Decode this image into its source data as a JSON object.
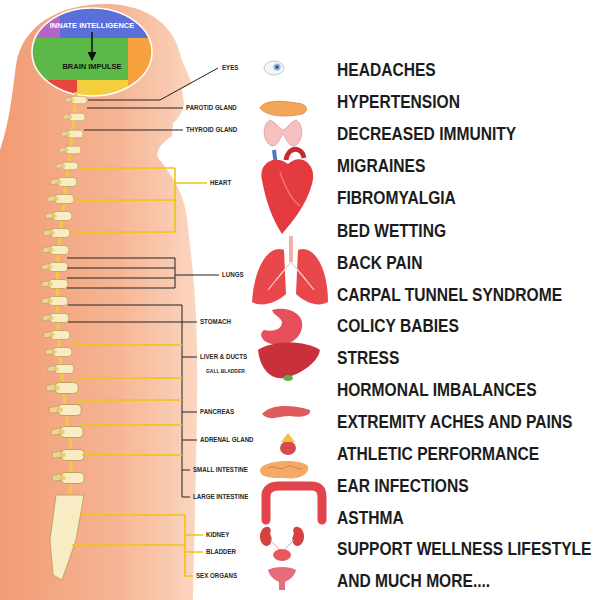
{
  "diagram": {
    "nodes": [
      {
        "text": [
          "INNATE INTELLIGENCE"
        ]
      },
      {
        "text": [
          "BRAIN IMPULSE"
        ]
      }
    ],
    "edges": [
      {
        "from": 0,
        "to": 1,
        "arrow": "to"
      }
    ],
    "labels": [
      "EYES",
      "PAROTID GLAND",
      "THYROID GLAND",
      "HEART",
      "LUNGS",
      "STOMACH",
      "LIVER & DUCTS",
      "GALL BLADDER",
      "PANCREAS",
      "ADRENAL GLAND",
      "SMALL INTESTINE",
      "LARGE INTESTINE",
      "KIDNEY",
      "BLADDER",
      "SEX ORGANS",
      "HEADACHES",
      "HYPERTENSION",
      "DECREASED IMMUNITY",
      "MIGRAINES",
      "FIBROMYALGIA",
      "BED WETTING",
      "BACK PAIN",
      "CARPAL TUNNEL SYNDROME",
      "COLICY BABIES",
      "STRESS",
      "HORMONAL IMBALANCES",
      "EXTREMITY ACHES AND PAINS",
      "ATHLETIC PERFORMANCE",
      "EAR INFECTIONS",
      "ASTHMA",
      "SUPPORT WELLNESS LIFESTYLE",
      "AND MUCH MORE...."
    ]
  }
}
